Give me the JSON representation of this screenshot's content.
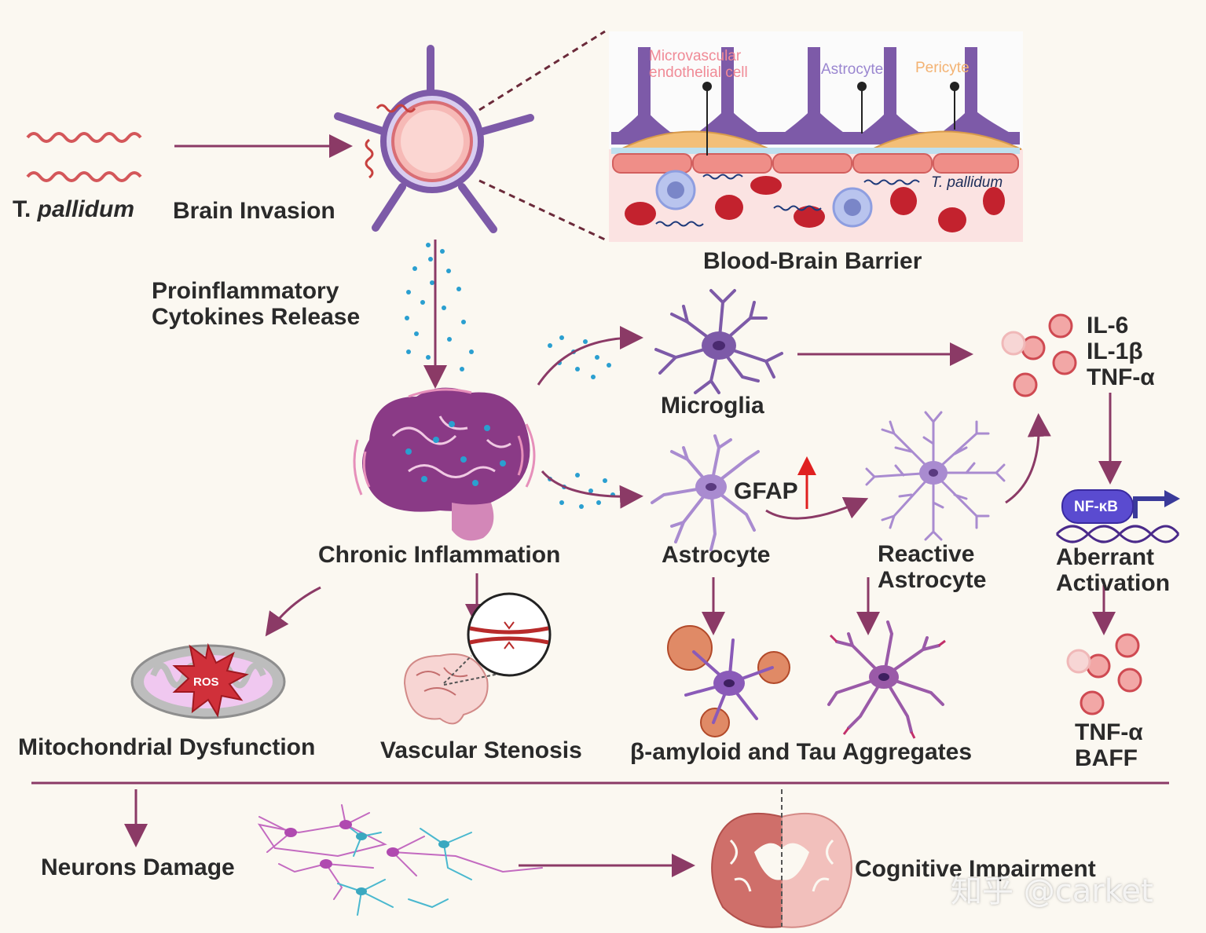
{
  "labels": {
    "pathogen_prefix": "T. ",
    "pathogen_italic": "pallidum",
    "brain_invasion": "Brain Invasion",
    "bbb": "Blood-Brain Barrier",
    "proinflammatory": "Proinflammatory\nCytokines Release",
    "microglia": "Microglia",
    "cytokines": "IL-6\nIL-1β\nTNF-α",
    "gfap": "GFAP",
    "chronic_inflammation": "Chronic Inflammation",
    "astrocyte": "Astrocyte",
    "reactive_astrocyte": "Reactive\nAstrocyte",
    "aberrant_activation": "Aberrant\nActivation",
    "nfkb": "NF-κB",
    "ros": "ROS",
    "mitochondrial": "Mitochondrial Dysfunction",
    "vascular": "Vascular Stenosis",
    "amyloid": "β-amyloid and Tau Aggregates",
    "tnf_baff": "TNF-α\nBAFF",
    "neurons_damage": "Neurons Damage",
    "cognitive": "Cognitive Impairment"
  },
  "bbb_inset": {
    "endothelial": "Microvascular\nendothelial cell",
    "astrocyte": "Astrocyte",
    "pericyte": "Pericyte",
    "t_pallidum": "T. pallidum"
  },
  "watermark": "知乎 @carket",
  "colors": {
    "arrow": "#8b3a66",
    "astro": "#7d5aa8",
    "astro_light": "#a98bd0",
    "brain": "#8a3a86",
    "dots": "#2a9fd0",
    "cell_red": "#cf4a52",
    "rbc": "#c3222e",
    "pericyte": "#f3bf78",
    "text": "#2a2a2a"
  }
}
